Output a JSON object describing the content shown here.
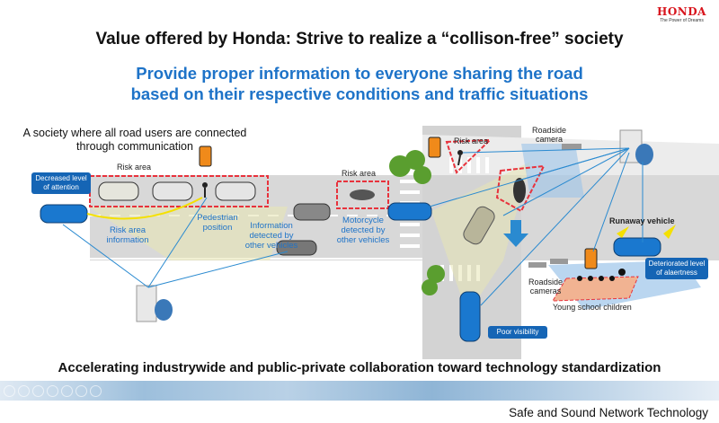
{
  "logo": {
    "brand": "HONDA",
    "tagline": "The Power of Dreams"
  },
  "title": "Value offered by Honda: Strive to realize a “collison-free” society",
  "subtitle": [
    "Provide proper information to everyone sharing the road",
    "based on their respective conditions and traffic situations"
  ],
  "diagram": {
    "society": [
      "A society where all road users are connected",
      "through communication"
    ],
    "risk_area": "Risk area",
    "decreased_attention": [
      "Decreased level",
      "of attention"
    ],
    "risk_area_information": [
      "Risk area",
      "information"
    ],
    "pedestrian_position": [
      "Pedestrian",
      "position"
    ],
    "info_detected": [
      "Information",
      "detected by",
      "other vehicles"
    ],
    "motorcycle_detected": [
      "Motorcycle",
      "detected by",
      "other vehicles"
    ],
    "roadside_camera": [
      "Roadside",
      "camera"
    ],
    "runaway_vehicle": "Runaway vehicle",
    "deteriorated_alertness": [
      "Deteriorated level",
      "of  alaertness"
    ],
    "roadside_cameras": [
      "Roadside",
      "cameras"
    ],
    "young_children": "Young school  children",
    "poor_visibility": "Poor visibility"
  },
  "bottom_text": "Accelerating industrywide and public-private collaboration toward technology standardization",
  "footer": "Safe and Sound Network Technology",
  "colors": {
    "accent": "#1e73c8",
    "box": "#1565b5",
    "risk": "#e8323c",
    "brand": "#d8141c"
  }
}
